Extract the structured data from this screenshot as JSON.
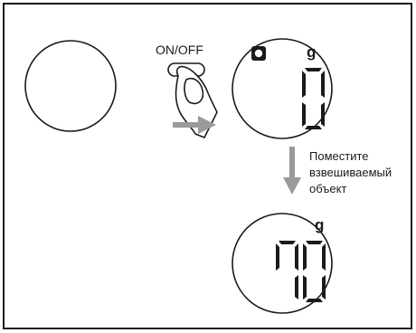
{
  "power_button": {
    "label": "ON/OFF"
  },
  "display_top": {
    "unit": "g",
    "reading": "0"
  },
  "instruction": {
    "lines": [
      "Поместите",
      "взвешиваемый",
      "объект"
    ]
  },
  "display_bottom": {
    "unit": "g",
    "reading": "70"
  },
  "colors": {
    "ink": "#1a1a1a",
    "arrow": "#9a9a9a",
    "background": "#ffffff"
  }
}
